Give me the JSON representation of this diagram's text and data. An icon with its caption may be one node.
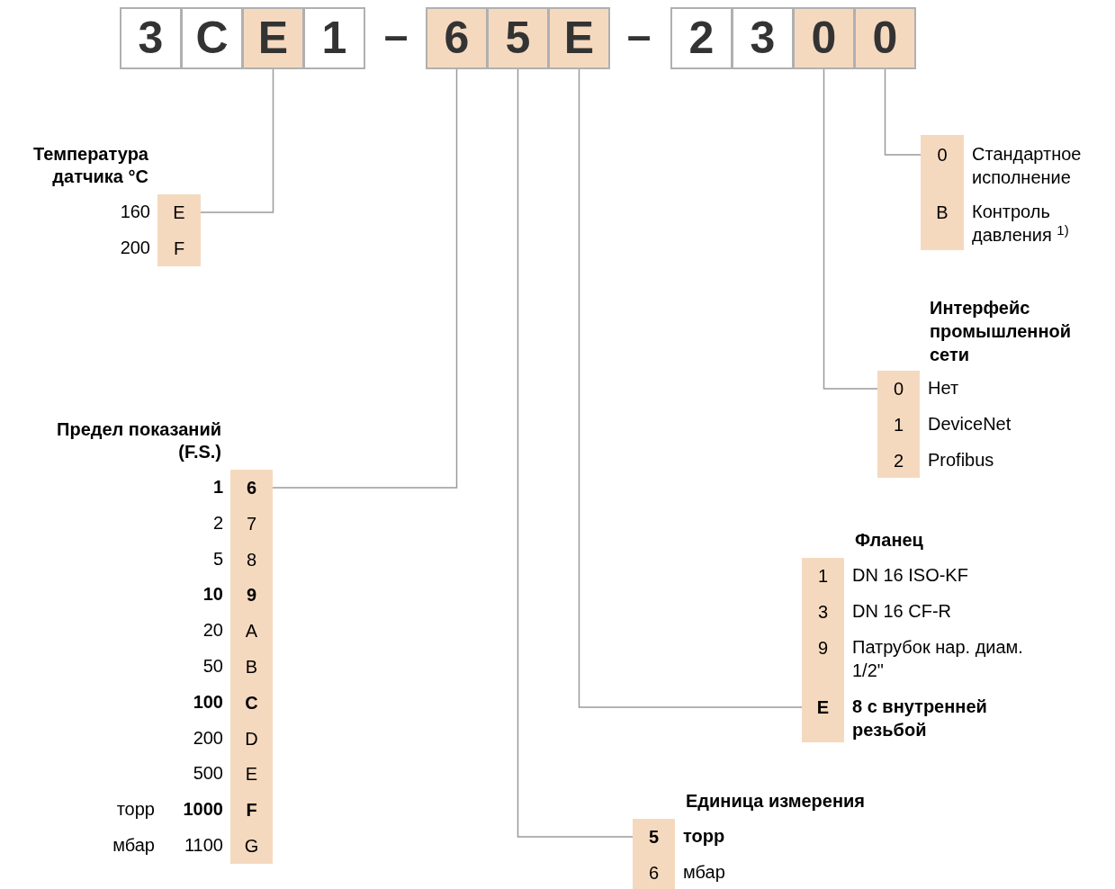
{
  "diagram": {
    "nodes": [
      {
        "text": [
          "3"
        ]
      },
      {
        "text": [
          "C"
        ]
      },
      {
        "text": [
          "E"
        ]
      },
      {
        "text": [
          "1"
        ]
      },
      {
        "text": [
          "6"
        ]
      },
      {
        "text": [
          "5"
        ]
      },
      {
        "text": [
          "E"
        ]
      },
      {
        "text": [
          "2"
        ]
      },
      {
        "text": [
          "3"
        ]
      },
      {
        "text": [
          "0"
        ]
      },
      {
        "text": [
          "0"
        ]
      },
      {
        "text": [
          "E"
        ],
        "beside": [
          "160"
        ]
      },
      {
        "text": [
          "F"
        ],
        "beside": [
          "200"
        ]
      },
      {
        "text": [
          "**6**"
        ],
        "beside": [
          "**1**"
        ]
      },
      {
        "text": [
          "7"
        ],
        "beside": [
          "2"
        ]
      },
      {
        "text": [
          "8"
        ],
        "beside": [
          "5"
        ]
      },
      {
        "text": [
          "**9**"
        ],
        "beside": [
          "**10**"
        ]
      },
      {
        "text": [
          "A"
        ],
        "beside": [
          "20"
        ]
      },
      {
        "text": [
          "B"
        ],
        "beside": [
          "50"
        ]
      },
      {
        "text": [
          "**C**"
        ],
        "beside": [
          "**100**"
        ]
      },
      {
        "text": [
          "D"
        ],
        "beside": [
          "200"
        ]
      },
      {
        "text": [
          "E"
        ],
        "beside": [
          "500"
        ]
      },
      {
        "text": [
          "**F**"
        ],
        "beside": [
          "торр",
          "**1000**"
        ]
      },
      {
        "text": [
          "G"
        ],
        "beside": [
          "мбар",
          "1100"
        ]
      },
      {
        "text": [
          "**5**"
        ],
        "beside": [
          "**торр**"
        ]
      },
      {
        "text": [
          "6"
        ],
        "beside": [
          "мбар"
        ]
      },
      {
        "text": [
          "1"
        ],
        "beside": [
          "DN 16 ISO-KF"
        ]
      },
      {
        "text": [
          "3"
        ],
        "beside": [
          "DN 16 CF-R"
        ]
      },
      {
        "text": [
          "9"
        ],
        "beside": [
          "Патрубок нар. диам. 1/2\""
        ]
      },
      {
        "text": [
          "**E**"
        ],
        "beside": [
          "**8 с внутренней резьбой**"
        ]
      },
      {
        "text": [
          "0"
        ],
        "beside": [
          "Нет"
        ]
      },
      {
        "text": [
          "1"
        ],
        "beside": [
          "DeviceNet"
        ]
      },
      {
        "text": [
          "2"
        ],
        "beside": [
          "Profibus"
        ]
      },
      {
        "text": [
          "0"
        ],
        "beside": [
          "Стандартное исполнение"
        ]
      },
      {
        "text": [
          "B"
        ],
        "beside": [
          "Контроль давления $^{1)}$"
        ]
      }
    ],
    "edges": [
      {
        "from": 2,
        "to": 11,
        "arrow": "none"
      },
      {
        "from": 4,
        "to": 13,
        "arrow": "none"
      },
      {
        "from": 5,
        "to": 24,
        "arrow": "none"
      },
      {
        "from": 6,
        "to": 29,
        "arrow": "none"
      },
      {
        "from": 9,
        "to": 30,
        "arrow": "none"
      },
      {
        "from": 10,
        "to": 33,
        "arrow": "none"
      }
    ],
    "labels": [
      "–",
      "–",
      "Температура датчика °C",
      "Интерфейс промышленной сети",
      "Предел показаний (F.S.)",
      "Фланец",
      "Единица измерения"
    ]
  }
}
